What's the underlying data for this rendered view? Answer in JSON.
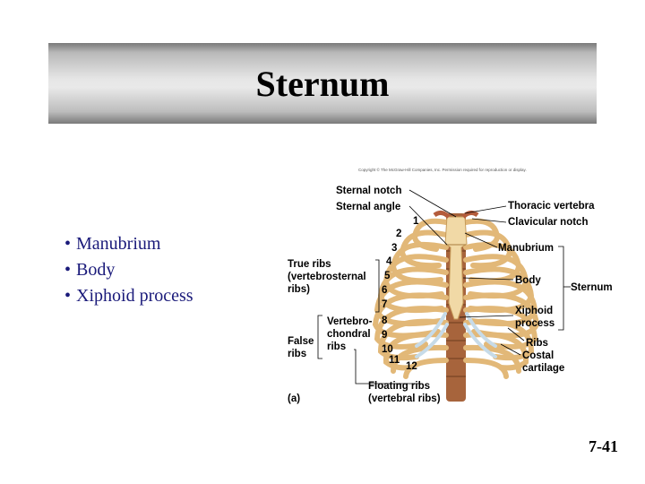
{
  "slide": {
    "title": "Sternum",
    "bullets": [
      "Manubrium",
      "Body",
      "Xiphoid process"
    ],
    "slide_number": "7-41"
  },
  "figure": {
    "copyright": "Copyright © The McGraw-Hill Companies, Inc. Permission required for reproduction or display.",
    "panel_label": "(a)",
    "labels": {
      "sternal_notch": "Sternal notch",
      "sternal_angle": "Sternal angle",
      "thoracic_vertebra": "Thoracic vertebra",
      "clavicular_notch": "Clavicular notch",
      "manubrium": "Manubrium",
      "body": "Body",
      "sternum": "Sternum",
      "xiphoid_line1": "Xiphoid",
      "xiphoid_line2": "process",
      "ribs": "Ribs",
      "costal_line1": "Costal",
      "costal_line2": "cartilage",
      "true_ribs_line1": "True ribs",
      "true_ribs_line2": "(vertebrosternal",
      "true_ribs_line3": "ribs)",
      "vertebrochondral_line1": "Vertebro-",
      "vertebrochondral_line2": "chondral",
      "vertebrochondral_line3": "ribs",
      "false_ribs_line1": "False",
      "false_ribs_line2": "ribs",
      "floating_line1": "Floating ribs",
      "floating_line2": "(vertebral ribs)"
    },
    "rib_numbers": [
      "1",
      "2",
      "3",
      "4",
      "5",
      "6",
      "7",
      "8",
      "9",
      "10",
      "11",
      "12"
    ]
  }
}
